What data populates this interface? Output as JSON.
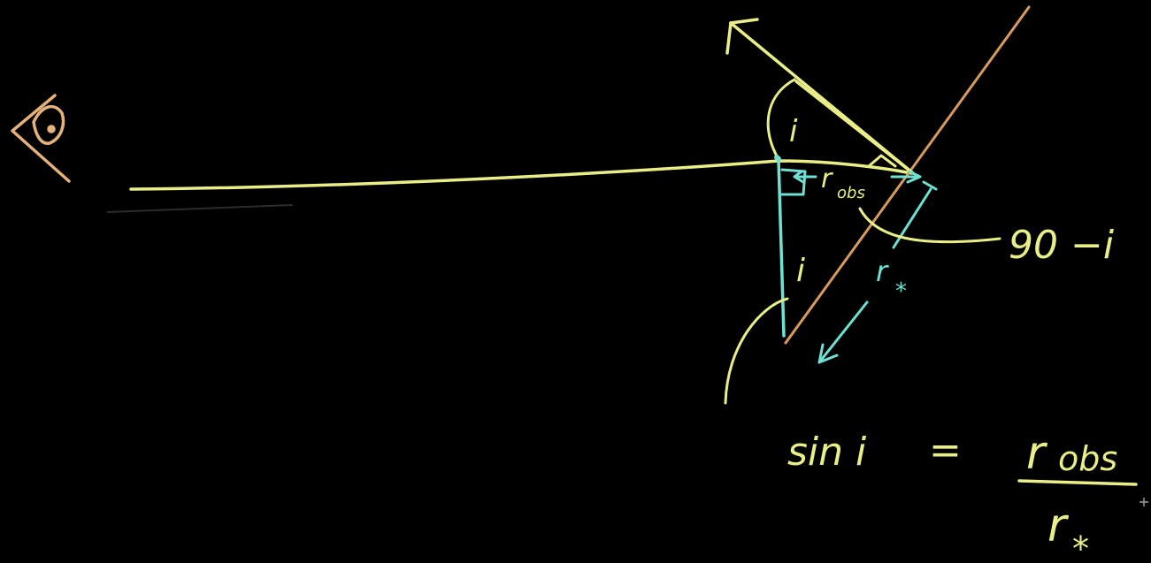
{
  "colors": {
    "background": "#000000",
    "yellow": "#e9ef86",
    "cyan": "#6fe0d2",
    "orange": "#d99a5e",
    "eye": "#e4b27a",
    "cursor": "#9a9a9a"
  },
  "labels": {
    "angle_top": "i",
    "angle_bottom": "i",
    "r_obs": "r",
    "r_obs_sub": "obs",
    "r_star": "r",
    "r_star_sub": "*",
    "complement_angle": "90 −i"
  },
  "equation": {
    "lhs": "sin i",
    "equals": "=",
    "numerator": "r",
    "numerator_sub": "obs",
    "denominator": "r",
    "denominator_sub": "*"
  },
  "icons": {
    "observer": "eye-icon",
    "cursor": "crosshair-cursor-icon"
  }
}
